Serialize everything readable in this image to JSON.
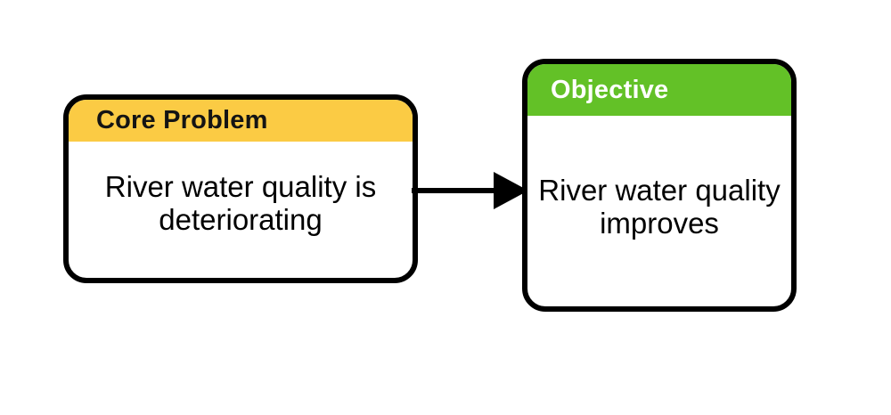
{
  "diagram": {
    "type": "flow",
    "background_color": "#ffffff",
    "nodes": [
      {
        "id": "core-problem",
        "header_label": "Core Problem",
        "body_text": "River water quality is deteriorating",
        "header_color": "#fbcb44",
        "header_text_color": "#141414",
        "body_color": "#ffffff",
        "border_color": "#000000"
      },
      {
        "id": "objective",
        "header_label": "Objective",
        "body_text": "River water quality improves",
        "header_color": "#63c127",
        "header_text_color": "#ffffff",
        "body_color": "#ffffff",
        "border_color": "#000000"
      }
    ],
    "edges": [
      {
        "id": "core-to-objective",
        "from": "core-problem",
        "to": "objective",
        "label": "",
        "color": "#000000",
        "arrowhead": "filled-triangle",
        "direction": "right"
      }
    ]
  }
}
